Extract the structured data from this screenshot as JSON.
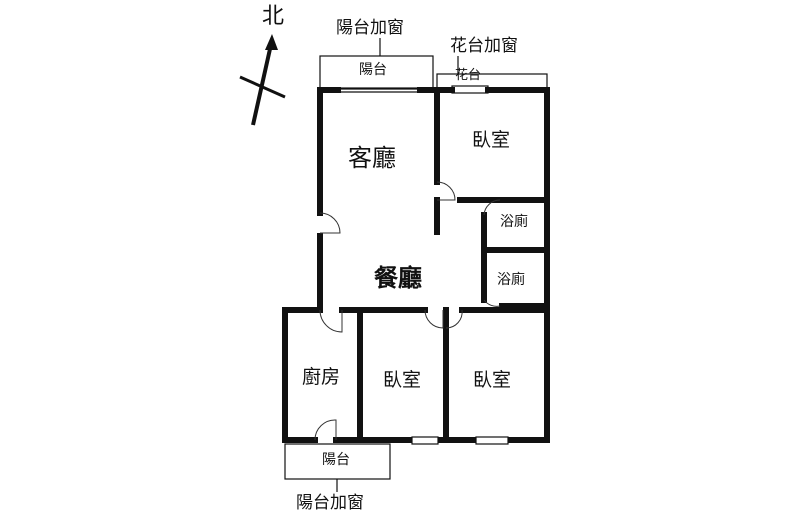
{
  "compass": {
    "label": "北"
  },
  "annotations": {
    "top_balcony_window": "陽台加窗",
    "flower_balcony_window": "花台加窗",
    "bottom_balcony_window": "陽台加窗"
  },
  "rooms": {
    "top_balcony": "陽台",
    "flower_balcony": "花台",
    "living_room": "客廳",
    "bedroom_top": "臥室",
    "bath_upper": "浴廁",
    "bath_lower": "浴廁",
    "dining_room": "餐廳",
    "kitchen": "廚房",
    "bedroom_middle": "臥室",
    "bedroom_right": "臥室",
    "bottom_balcony": "陽台"
  }
}
